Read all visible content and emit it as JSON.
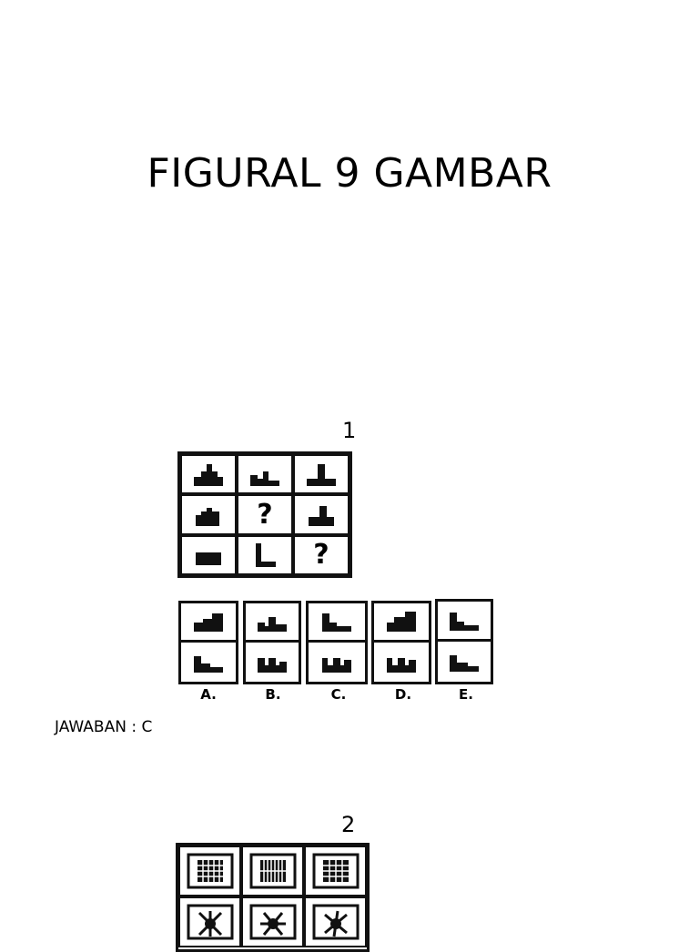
{
  "title": "FIGURAL 9 GAMBAR",
  "questions": [
    {
      "number": "1",
      "question_mark": "?",
      "options": [
        "A.",
        "B.",
        "C.",
        "D.",
        "E."
      ],
      "answer_text": "JAWABAN : C"
    },
    {
      "number": "2"
    }
  ]
}
